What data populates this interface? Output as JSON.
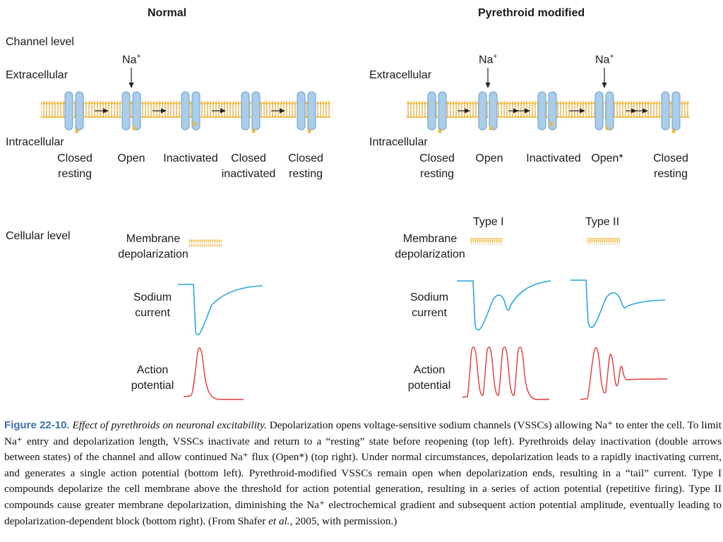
{
  "panels": {
    "left_title": "Normal",
    "right_title": "Pyrethroid modified"
  },
  "labels": {
    "channel_level": "Channel level",
    "cellular_level": "Cellular level",
    "extracellular": "Extracellular",
    "intracellular": "Intracellular",
    "na_ion": "Na",
    "na_charge": "+",
    "membrane_depolarization": [
      "Membrane",
      "depolarization"
    ],
    "sodium_current": [
      "Sodium",
      "current"
    ],
    "action_potential": [
      "Action",
      "potential"
    ],
    "type_1": "Type I",
    "type_2": "Type II"
  },
  "normal_states": [
    [
      "Closed",
      "resting"
    ],
    [
      "Open",
      ""
    ],
    [
      "Inactivated",
      ""
    ],
    [
      "Closed",
      "inactivated"
    ],
    [
      "Closed",
      "resting"
    ]
  ],
  "pyrethroid_states": [
    [
      "Closed",
      "resting"
    ],
    [
      "Open",
      ""
    ],
    [
      "Inactivated",
      ""
    ],
    [
      "Open*",
      ""
    ],
    [
      "Closed",
      "resting"
    ]
  ],
  "colors": {
    "channel_fill": "#a9cdea",
    "membrane_lipid": "#f0b83a",
    "sodium_current_trace": "#29a6dc",
    "action_potential_trace": "#e0393b",
    "caption_figure_number": "#3c6fae"
  },
  "caption": {
    "figure_number": "Figure 22-10.",
    "figure_title": "Effect of pyrethroids on neuronal excitability.",
    "text": "Depolarization opens voltage-sensitive sodium channels (VSSCs) allowing Na⁺ to enter the cell. To limit Na⁺ entry and depolarization length, VSSCs inactivate and return to a “resting” state before reopening (top left). Pyrethroids delay inactivation (double arrows between states) of the channel and allow continued Na⁺ flux (Open*) (top right). Under normal circumstances, depolarization leads to a rapidly inactivating current, and generates a single action potential (bottom left). Pyrethroid-modified VSSCs remain open when depolarization ends, resulting in a “tail” current. Type I compounds depolarize the cell membrane above the threshold for action potential generation, resulting in a series of action potential (repetitive firing). Type II compounds cause greater membrane depolarization, diminishing the Na⁺ electrochemical gradient and subsequent action potential amplitude, eventually leading to depolarization-dependent block (bottom right).",
    "source_prefix": "(From Shafer ",
    "source_italic": "et al.",
    "source_suffix": ", 2005, with permission.)"
  }
}
